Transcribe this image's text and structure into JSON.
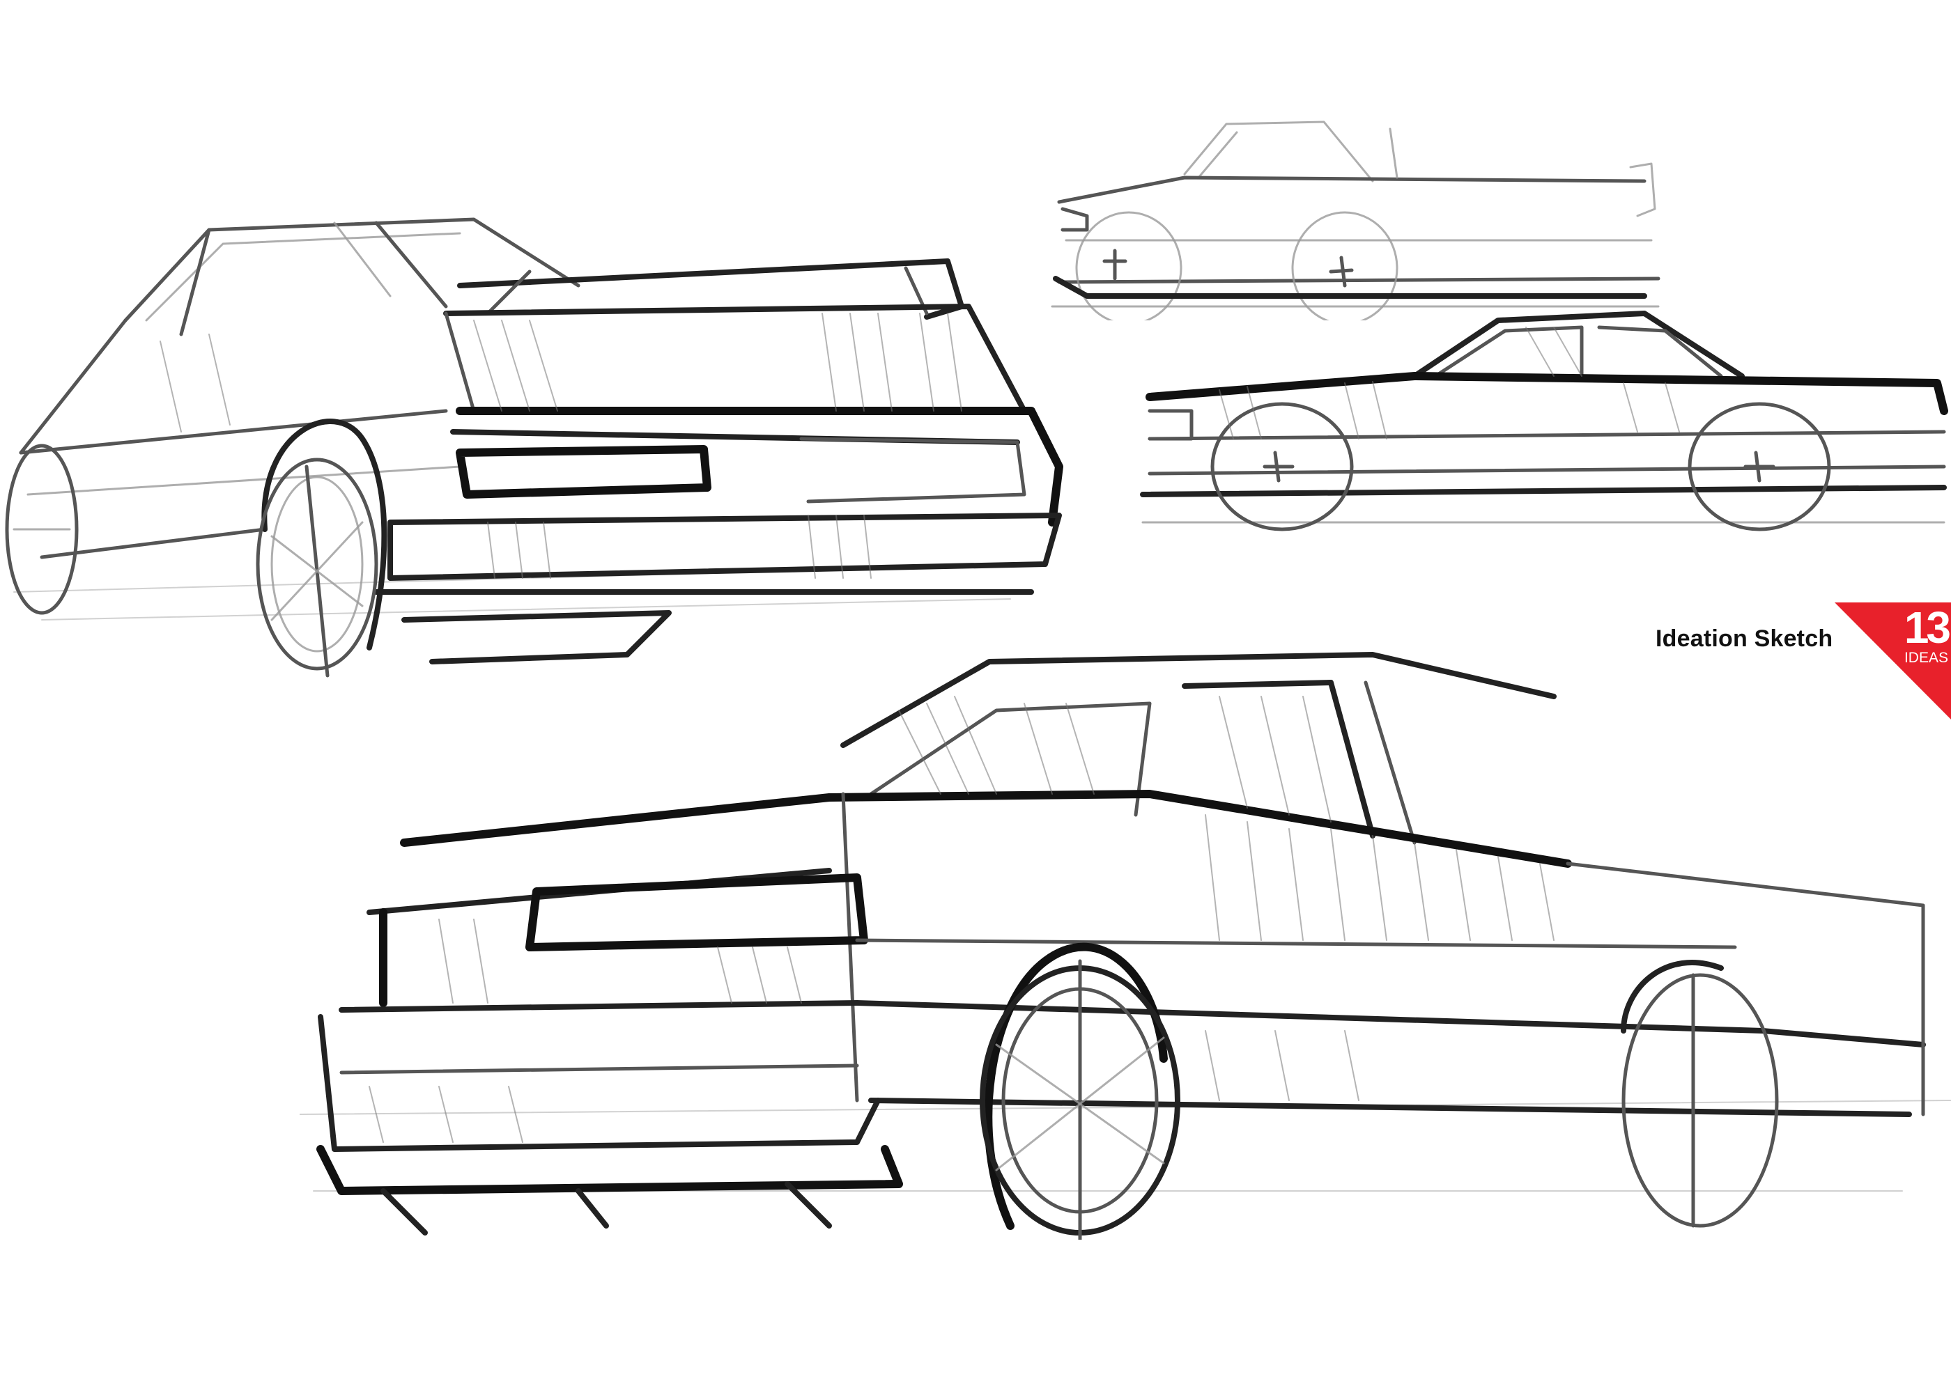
{
  "page": {
    "title": "Ideation Sketch",
    "background_color": "#ffffff"
  },
  "logo": {
    "mark": "13",
    "text": "IDEAS",
    "color": "#e8212b",
    "text_color": "#ffffff"
  },
  "sketches": [
    {
      "id": "rear-three-quarter-top-left",
      "view": "rear three-quarter perspective",
      "medium": "pencil"
    },
    {
      "id": "side-profile-top-right",
      "view": "side profile",
      "medium": "pencil"
    },
    {
      "id": "side-profile-middle-right",
      "view": "side profile",
      "medium": "pencil"
    },
    {
      "id": "rear-three-quarter-bottom",
      "view": "rear three-quarter low perspective",
      "medium": "pencil"
    }
  ],
  "colors": {
    "pencil_dark": "#222222",
    "pencil_mid": "#555555",
    "pencil_light": "#9a9a9a",
    "accent_red": "#e8212b"
  }
}
